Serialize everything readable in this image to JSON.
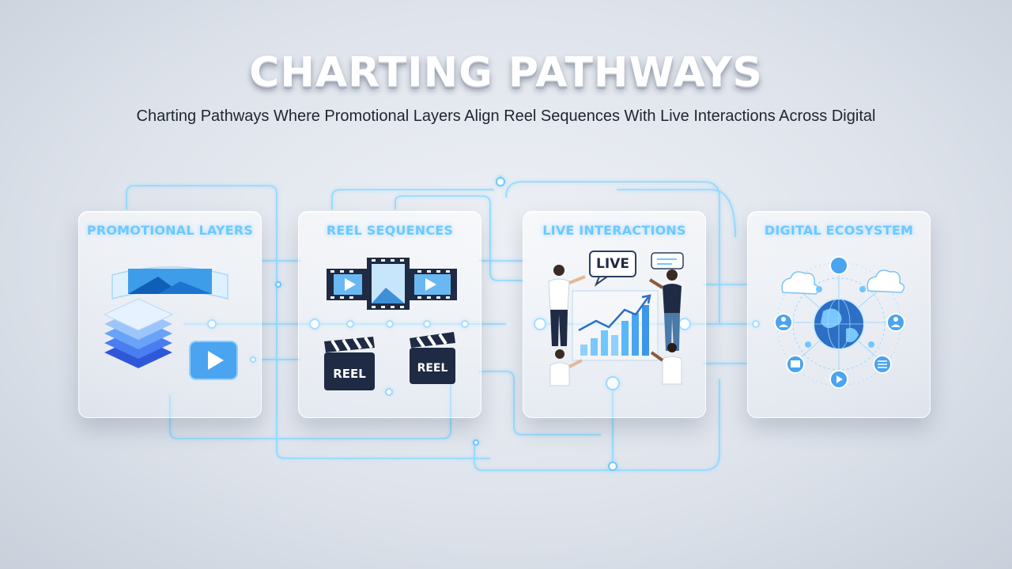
{
  "title": "CHARTING PATHWAYS",
  "subtitle": "Charting Pathways Where Promotional Layers Align Reel Sequences With Live Interactions Across Digital",
  "colors": {
    "accent": "#6ec8ff",
    "circuit": "#7fd3ff",
    "navy": "#1f2a44",
    "background": "#dfe4ec"
  },
  "stages": [
    {
      "title": "PROMOTIONAL LAYERS",
      "icons": [
        "image-banner-icon",
        "layers-stack-icon",
        "play-button-icon"
      ]
    },
    {
      "title": "REEL SEQUENCES",
      "icons": [
        "film-strip-icon",
        "clapperboard-icon",
        "clapperboard-icon"
      ],
      "clapper_labels": [
        "REEL",
        "REEL"
      ]
    },
    {
      "title": "LIVE INTERACTIONS",
      "icons": [
        "live-chat-icon",
        "growth-chart-icon",
        "people-icon"
      ],
      "live_label": "LIVE"
    },
    {
      "title": "DIGITAL ECOSYSTEM",
      "icons": [
        "cloud-icon",
        "globe-network-icon",
        "user-node-icon"
      ]
    }
  ]
}
